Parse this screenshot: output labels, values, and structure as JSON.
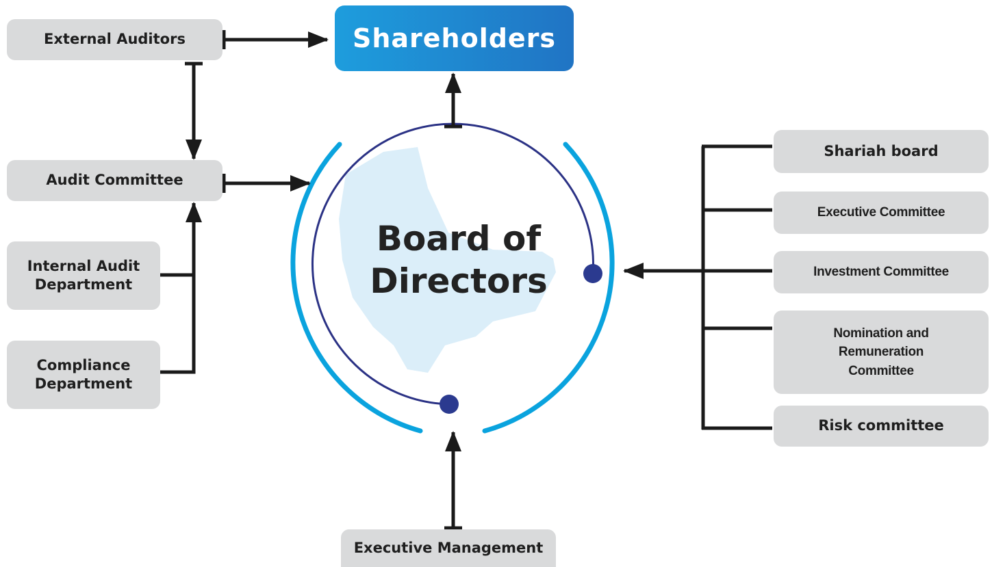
{
  "colors": {
    "box_fill": "#d9dadb",
    "box_text": "#1e1e1e",
    "shareholders_gradient_start": "#1e9ddd",
    "shareholders_gradient_end": "#2074c4",
    "outer_ring": "#0aa3de",
    "inner_ring": "#2b3285",
    "ring_dot": "#2b3a8f",
    "map_fill": "#dbeef9",
    "connector": "#1a1a1a"
  },
  "nodes": {
    "shareholders": "Shareholders",
    "board_line1": "Board of",
    "board_line2": "Directors",
    "external_auditors": "External Auditors",
    "audit_committee": "Audit Committee",
    "internal_audit_line1": "Internal Audit",
    "internal_audit_line2": "Department",
    "compliance_line1": "Compliance",
    "compliance_line2": "Department",
    "executive_management": "Executive Management",
    "shariah_board": "Shariah board",
    "executive_committee": "Executive Committee",
    "investment_committee": "Investment Committee",
    "nomination_line1": "Nomination and",
    "nomination_line2": "Remuneration",
    "nomination_line3": "Committee",
    "risk_committee": "Risk committee"
  },
  "edges": [
    {
      "from": "external_auditors",
      "to": "shareholders"
    },
    {
      "from": "external_auditors",
      "to": "audit_committee"
    },
    {
      "from": "audit_committee",
      "to": "board_of_directors"
    },
    {
      "from": "internal_audit_department",
      "to": "audit_committee"
    },
    {
      "from": "compliance_department",
      "to": "audit_committee"
    },
    {
      "from": "board_of_directors",
      "to": "shareholders"
    },
    {
      "from": "executive_management",
      "to": "board_of_directors"
    },
    {
      "from": "board_committees",
      "to": "board_of_directors"
    }
  ]
}
